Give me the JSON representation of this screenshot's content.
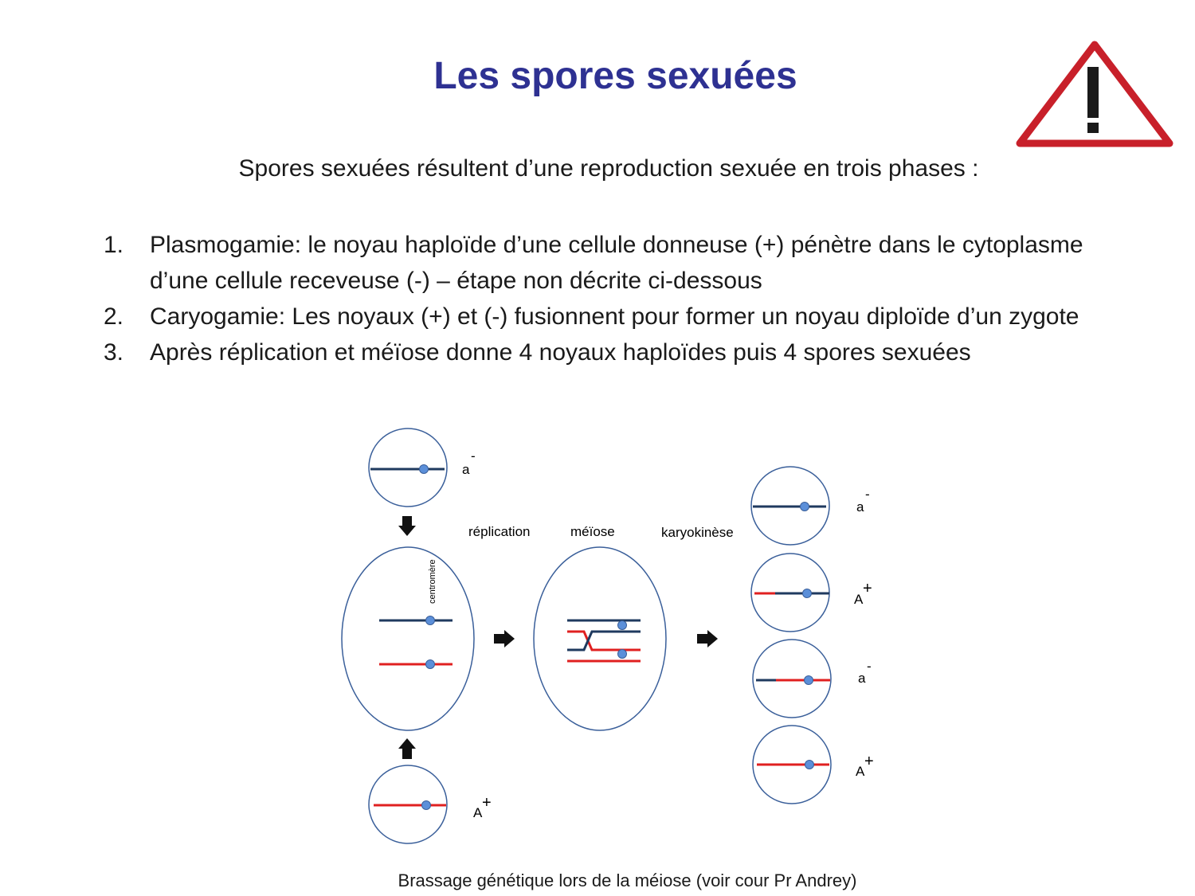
{
  "header": {
    "title": "Les spores sexuées",
    "warning_icon": "warning-triangle-icon"
  },
  "intro": "Spores sexuées résultent d’une reproduction sexuée en trois phases :",
  "steps": [
    {
      "num": "1.",
      "text": "Plasmogamie: le noyau haploïde d’une cellule donneuse (+) pénètre dans le cytoplasme d’une cellule receveuse (-) – étape non décrite ci-dessous"
    },
    {
      "num": "2.",
      "text": "Caryogamie: Les noyaux (+)  et (-) fusionnent pour former un noyau diploïde d’un zygote"
    },
    {
      "num": "3.",
      "text": "Après réplication et méïose donne 4 noyaux haploïdes puis 4 spores sexuées"
    }
  ],
  "diagram": {
    "labels": {
      "replication": "réplication",
      "meiose": "méïose",
      "karyokinese": "karyokinèse",
      "centromere": "centromère"
    },
    "parent_top": {
      "allele": "a",
      "sign": "-"
    },
    "parent_bottom": {
      "allele": "A",
      "sign": "+"
    },
    "spores": [
      {
        "allele": "a",
        "sign": "-"
      },
      {
        "allele": "A",
        "sign": "+"
      },
      {
        "allele": "a",
        "sign": "-"
      },
      {
        "allele": "A",
        "sign": "+"
      }
    ],
    "colors": {
      "minus_strand": "#1f3a5f",
      "plus_strand": "#e02020",
      "circle_outline": "#3a5f9a",
      "centromere": "#5b8fd9",
      "title": "#2e3192",
      "warning": "#c8202a"
    }
  },
  "caption": "Brassage génétique lors de la méiose (voir cour Pr Andrey)"
}
